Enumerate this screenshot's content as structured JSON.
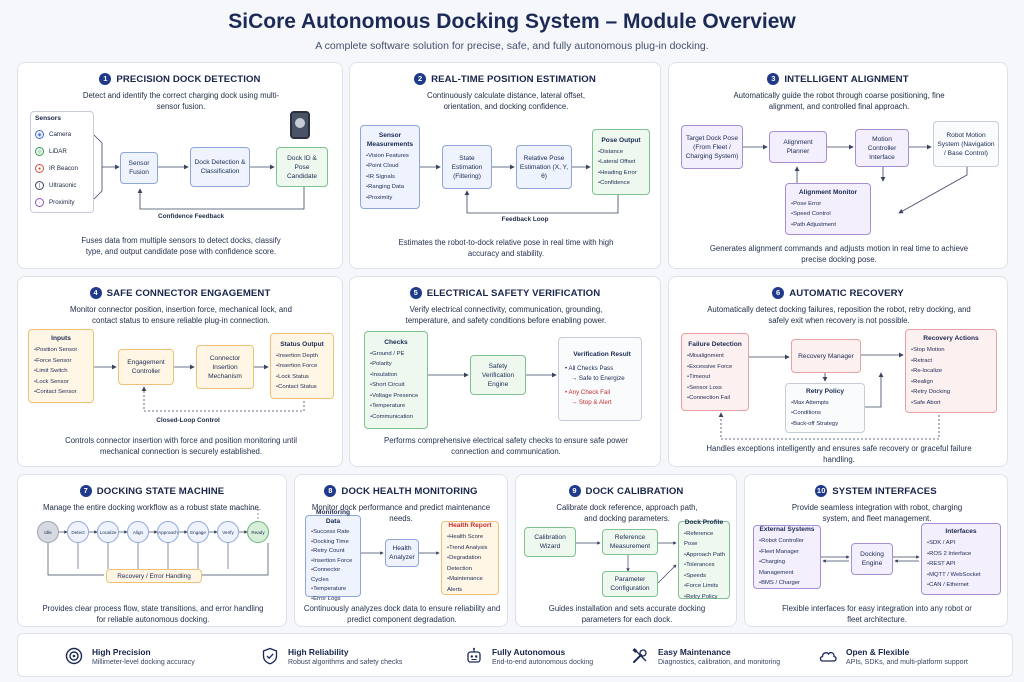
{
  "title": "SiCore Autonomous Docking System – Module Overview",
  "subtitle": "A complete software solution for precise, safe, and fully autonomous plug-in docking.",
  "colors": {
    "navy": "#1c2a57",
    "blue": "#8fa6d8",
    "green": "#7fc28f",
    "orange": "#efc07a",
    "purple": "#a78fd8",
    "red": "#e6a2a2"
  },
  "modules": {
    "m1": {
      "num": "1",
      "title": "PRECISION DOCK DETECTION",
      "desc": "Detect and identify the correct charging dock using multi-sensor fusion.",
      "sensors_title": "Sensors",
      "sensors": [
        "Camera",
        "LiDAR",
        "IR Beacon",
        "Ultrasonic",
        "Proximity"
      ],
      "fusion": "Sensor Fusion",
      "classify": "Dock Detection & Classification",
      "candidate": "Dock ID & Pose Candidate",
      "feedback": "Confidence Feedback",
      "footer": "Fuses data from multiple sensors to detect docks, classify type, and output candidate pose with confidence score."
    },
    "m2": {
      "num": "2",
      "title": "REAL-TIME POSITION ESTIMATION",
      "desc": "Continuously calculate distance, lateral offset, orientation, and docking confidence.",
      "meas_title": "Sensor Measurements",
      "meas": [
        "Vision Features",
        "Point Cloud",
        "IR Signals",
        "Ranging Data",
        "Proximity"
      ],
      "state": "State Estimation (Filtering)",
      "relpose": "Relative Pose Estimation (X, Y, θ)",
      "out_title": "Pose Output",
      "out": [
        "Distance",
        "Lateral Offset",
        "Heading Error",
        "Confidence"
      ],
      "feedback": "Feedback Loop",
      "footer": "Estimates the robot-to-dock relative pose in real time with high accuracy and stability."
    },
    "m3": {
      "num": "3",
      "title": "INTELLIGENT ALIGNMENT",
      "desc": "Automatically guide the robot through coarse positioning, fine alignment, and controlled final approach.",
      "target": "Target Dock Pose (From Fleet / Charging System)",
      "planner": "Alignment Planner",
      "motion": "Motion Controller Interface",
      "robot": "Robot Motion System (Navigation / Base Control)",
      "monitor_title": "Alignment Monitor",
      "monitor": [
        "Pose Error",
        "Speed Control",
        "Path Adjustment"
      ],
      "footer": "Generates alignment commands and adjusts motion in real time to achieve precise docking pose."
    },
    "m4": {
      "num": "4",
      "title": "SAFE CONNECTOR ENGAGEMENT",
      "desc": "Monitor connector position, insertion force, mechanical lock, and contact status to ensure reliable plug-in connection.",
      "inputs_title": "Inputs",
      "inputs": [
        "Position Sensor",
        "Force Sensor",
        "Limit Switch",
        "Lock Sensor",
        "Contact Sensor"
      ],
      "controller": "Engagement Controller",
      "mechanism": "Connector Insertion Mechanism",
      "status_title": "Status Output",
      "status": [
        "Insertion Depth",
        "Insertion Force",
        "Lock Status",
        "Contact Status"
      ],
      "loop": "Closed-Loop Control",
      "footer": "Controls connector insertion with force and position monitoring until mechanical connection is securely established."
    },
    "m5": {
      "num": "5",
      "title": "ELECTRICAL SAFETY VERIFICATION",
      "desc": "Verify electrical connectivity, communication, grounding, temperature, and safety conditions before enabling power.",
      "checks_title": "Checks",
      "checks": [
        "Ground / PE",
        "Polarity",
        "Insulation",
        "Short Circuit",
        "Voltage Presence",
        "Temperature",
        "Communication"
      ],
      "engine": "Safety Verification Engine",
      "result_title": "Verification Result",
      "pass": "All Checks Pass",
      "pass_action": "→ Safe to Energize",
      "fail": "Any Check Fail",
      "fail_action": "→ Stop & Alert",
      "footer": "Performs comprehensive electrical safety checks to ensure safe power connection and communication."
    },
    "m6": {
      "num": "6",
      "title": "AUTOMATIC RECOVERY",
      "desc": "Automatically detect docking failures, reposition the robot, retry docking, and safely exit when recovery is not possible.",
      "failure_title": "Failure Detection",
      "failure": [
        "Misalignment",
        "Excessive Force",
        "Timeout",
        "Sensor Loss",
        "Connection Fail"
      ],
      "manager": "Recovery Manager",
      "actions_title": "Recovery Actions",
      "actions": [
        "Stop Motion",
        "Retract",
        "Re-localize",
        "Realign",
        "Retry Docking",
        "Safe Abort"
      ],
      "retry_title": "Retry Policy",
      "retry": [
        "Max Attempts",
        "Conditions",
        "Back-off Strategy"
      ],
      "footer": "Handles exceptions intelligently and ensures safe recovery or graceful failure handling."
    },
    "m7": {
      "num": "7",
      "title": "DOCKING STATE MACHINE",
      "desc": "Manage the entire docking workflow as a robust state machine.",
      "states": [
        "Idle",
        "Detect",
        "Localize",
        "Align",
        "Approach",
        "Engage",
        "Verify",
        "Ready"
      ],
      "recovery": "Recovery / Error Handling",
      "footer": "Provides clear process flow, state transitions, and error handling for reliable autonomous docking."
    },
    "m8": {
      "num": "8",
      "title": "DOCK HEALTH MONITORING",
      "desc": "Monitor dock performance and predict maintenance needs.",
      "data_title": "Monitoring Data",
      "data": [
        "Success Rate",
        "Docking Time",
        "Retry Count",
        "Insertion Force",
        "Connector Cycles",
        "Temperature",
        "Error Logs"
      ],
      "analyzer": "Health Analyzer",
      "report_title": "Health Report",
      "report": [
        "Health Score",
        "Trend Analysis",
        "Degradation Detection",
        "Maintenance Alerts"
      ],
      "footer": "Continuously analyzes dock data to ensure reliability and predict component degradation."
    },
    "m9": {
      "num": "9",
      "title": "DOCK CALIBRATION",
      "desc": "Calibrate dock reference, approach path, and docking parameters.",
      "wizard": "Calibration Wizard",
      "reference": "Reference Measurement",
      "param": "Parameter Configuration",
      "profile_title": "Dock Profile",
      "profile": [
        "Reference Pose",
        "Approach Path",
        "Tolerances",
        "Speeds",
        "Force Limits",
        "Retry Policy"
      ],
      "footer": "Guides installation and sets accurate docking parameters for each dock."
    },
    "m10": {
      "num": "10",
      "title": "SYSTEM INTERFACES",
      "desc": "Provide seamless integration with robot, charging system, and fleet management.",
      "ext_title": "External Systems",
      "ext": [
        "Robot Controller",
        "Fleet Manager",
        "Charging Management",
        "BMS / Charger"
      ],
      "engine": "Docking Engine",
      "if_title": "Interfaces",
      "ifs": [
        "SDK / API",
        "ROS 2 Interface",
        "REST API",
        "MQTT / WebSocket",
        "CAN / Ethernet"
      ],
      "footer": "Flexible interfaces for easy integration into any robot or fleet architecture."
    }
  },
  "features": [
    {
      "title": "High Precision",
      "desc": "Millimeter-level docking accuracy",
      "icon": "target-icon"
    },
    {
      "title": "High Reliability",
      "desc": "Robust algorithms and safety checks",
      "icon": "shield-check-icon"
    },
    {
      "title": "Fully Autonomous",
      "desc": "End-to-end autonomous docking",
      "icon": "robot-icon"
    },
    {
      "title": "Easy Maintenance",
      "desc": "Diagnostics, calibration, and monitoring",
      "icon": "tools-icon"
    },
    {
      "title": "Open & Flexible",
      "desc": "APIs, SDKs, and multi-platform support",
      "icon": "cloud-icon"
    }
  ]
}
